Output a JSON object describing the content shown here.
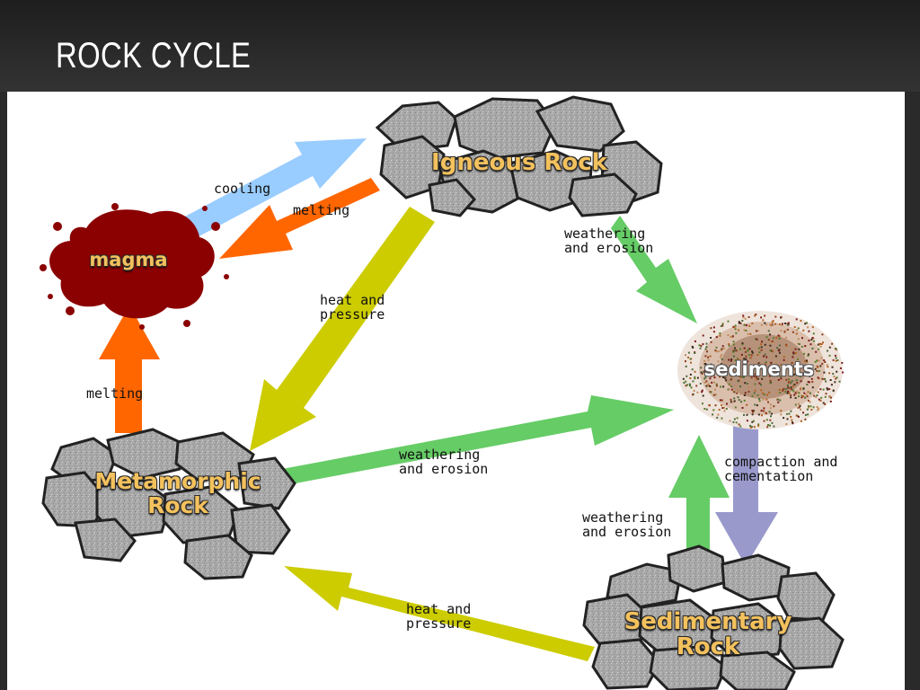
{
  "slide": {
    "title": "ROCK CYCLE"
  },
  "nodes": {
    "igneous": "Igneous Rock",
    "magma": "magma",
    "sediments": "sediments",
    "metamorphic": "Metamorphic\nRock",
    "sedimentary": "Sedimentary\nRock"
  },
  "edges": {
    "magma_to_igneous": "cooling",
    "igneous_to_magma": "melting",
    "igneous_to_sediments": "weathering\nand erosion",
    "igneous_to_metamorphic": "heat and\npressure",
    "metamorphic_to_magma": "melting",
    "metamorphic_to_sediments": "weathering\nand erosion",
    "sediments_to_sedimentary": "compaction and\ncementation",
    "sedimentary_to_sediments": "weathering\nand erosion",
    "sedimentary_to_metamorphic": "heat and\npressure"
  },
  "colors": {
    "cooling_arrow": "#99ccff",
    "melting_arrow": "#ff6600",
    "weathering_arrow": "#66cc66",
    "heat_pressure_arrow": "#cccc00",
    "compaction_arrow": "#9999cc",
    "magma": "#8b0000",
    "rock": "#a9a9a9",
    "node_label": "#f3c15d"
  }
}
